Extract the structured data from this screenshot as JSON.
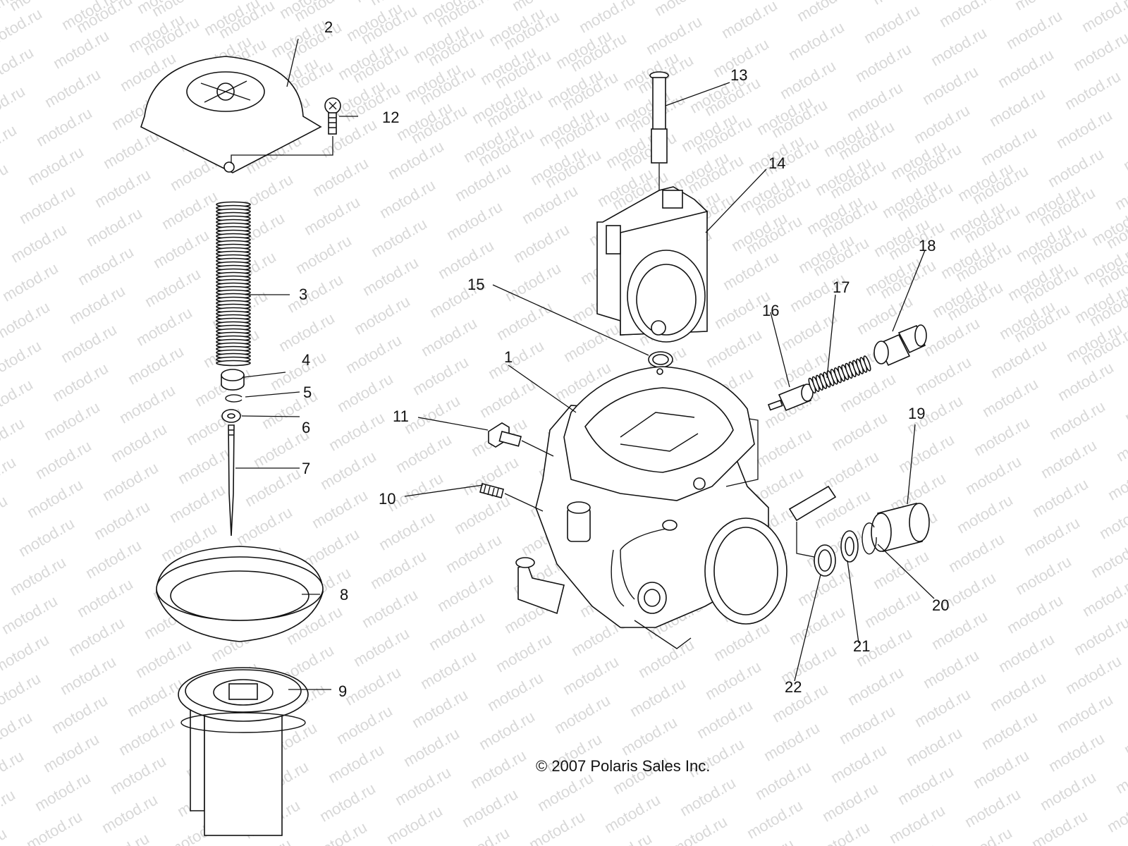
{
  "watermark": "motod.ru",
  "copyright": "© 2007 Polaris Sales Inc.",
  "callouts": {
    "c1": "1",
    "c2": "2",
    "c3": "3",
    "c4": "4",
    "c5": "5",
    "c6": "6",
    "c7": "7",
    "c8": "8",
    "c9": "9",
    "c10": "10",
    "c11": "11",
    "c12": "12",
    "c13": "13",
    "c14": "14",
    "c15": "15",
    "c16": "16",
    "c17": "17",
    "c18": "18",
    "c19": "19",
    "c20": "20",
    "c21": "21",
    "c22": "22"
  }
}
